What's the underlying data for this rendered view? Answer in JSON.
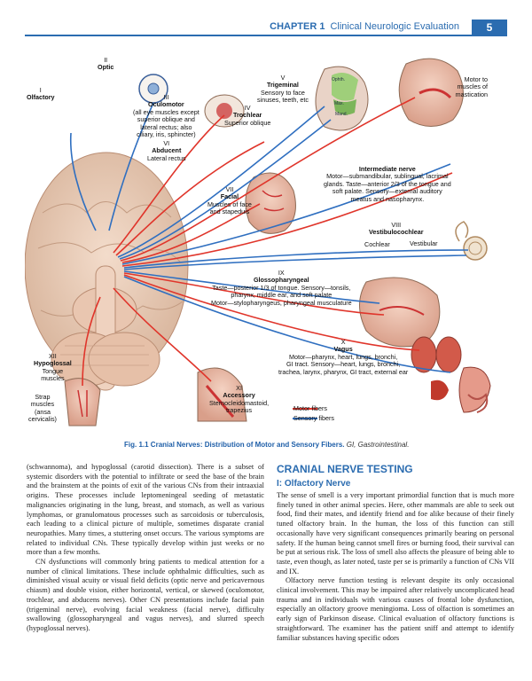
{
  "header": {
    "chapter_label": "CHAPTER 1",
    "chapter_title": "Clinical Neurologic Evaluation",
    "page_number": "5"
  },
  "figure": {
    "nerves": {
      "olfactory": {
        "num": "I",
        "name": "Olfactory"
      },
      "optic": {
        "num": "II",
        "name": "Optic"
      },
      "oculomotor": {
        "num": "III",
        "name": "Oculomotor",
        "desc": [
          "(all eye muscles except",
          "superior oblique and",
          "lateral rectus; also",
          "ciliary, iris, sphincter)"
        ]
      },
      "trochlear": {
        "num": "IV",
        "name": "Trochlear",
        "desc": "Superior oblique"
      },
      "trigeminal": {
        "num": "V",
        "name": "Trigeminal",
        "desc": [
          "Sensory to face",
          "sinuses, teeth, etc"
        ]
      },
      "abducent": {
        "num": "VI",
        "name": "Abducent",
        "desc": "Lateral rectus"
      },
      "facial": {
        "num": "VII",
        "name": "Facial",
        "desc": [
          "Muscles of face",
          "and stapeduis"
        ]
      },
      "vestibulocochlear": {
        "num": "VIII",
        "name": "Vestibulocochlear",
        "cochlear": "Cochlear",
        "vestibular": "Vestibular"
      },
      "glossopharyngeal": {
        "num": "IX",
        "name": "Glossopharyngeal",
        "desc": [
          "Taste—posterior 1/3 of tongue. Sensory—tonsils,",
          "pharynx, middle ear, and soft palate",
          "Motor—stylopharyngeus, pharyngeal musculature"
        ]
      },
      "vagus": {
        "num": "X",
        "name": "Vagus",
        "desc": [
          "Motor—pharynx, heart, lungs, bronchi,",
          "GI tract. Sensory—heart, lungs, bronchi,",
          "trachea, larynx, pharynx, GI tract, external ear"
        ]
      },
      "accessory": {
        "num": "XI",
        "name": "Accessory",
        "desc": [
          "Sternocleidomastoid,",
          "trapezius"
        ]
      },
      "hypoglossal": {
        "num": "XII",
        "name": "Hypoglossal",
        "desc": [
          "Tongue",
          "muscles"
        ]
      }
    },
    "intermediate": {
      "name": "Intermediate nerve",
      "desc": [
        "Motor—submandibular, sublingual, lacrimal",
        "glands. Taste—anterior 2/3 of the tongue and",
        "soft palate. Sensory—external auditory",
        "meatus and nasopharynx."
      ]
    },
    "strap": [
      "Strap",
      "muscles",
      "(ansa",
      "cervicalis)"
    ],
    "motor_mastication": [
      "Motor to",
      "muscles of",
      "mastication"
    ],
    "branches": {
      "ophthalmic": "Ophth.",
      "maxillary": "Max.",
      "mandibular": "Mand."
    },
    "legend": {
      "motor": "Motor fibers",
      "sensory": "Sensory fibers"
    },
    "colors": {
      "motor": "#e0352b",
      "sensory": "#2f6fc0",
      "accent": "#2b6cb0"
    }
  },
  "caption": {
    "label": "Fig. 1.1",
    "title": "Cranial Nerves: Distribution of Motor and Sensory Fibers.",
    "note": "GI, Gastrointestinal."
  },
  "left_column": [
    "(schwannoma), and hypoglossal (carotid dissection). There is a subset of systemic disorders with the potential to infiltrate or seed the base of the brain and the brainstem at the points of exit of the various CNs from their intraaxial origins. These processes include leptomeningeal seeding of metastatic malignancies originating in the lung, breast, and stomach, as well as various lymphomas, or granulomatous processes such as sarcoidosis or tuberculosis, each leading to a clinical picture of multiple, sometimes disparate cranial neuropathies. Many times, a stuttering onset occurs. The various symptoms are related to individual CNs. These typically develop within just weeks or no more than a few months.",
    "CN dysfunctions will commonly bring patients to medical attention for a number of clinical limitations. These include ophthalmic difficulties, such as diminished visual acuity or visual field deficits (optic nerve and pericavernous chiasm) and double vision, either horizontal, vertical, or skewed (oculomotor, trochlear, and abducens nerves). Other CN presentations include facial pain (trigeminal nerve), evolving facial weakness (facial nerve), difficulty swallowing (glossopharyngeal and vagus nerves), and slurred speech (hypoglossal nerves)."
  ],
  "right_column": {
    "section_title": "CRANIAL NERVE TESTING",
    "subsection_title": "I: Olfactory Nerve",
    "paragraphs": [
      "The sense of smell is a very important primordial function that is much more finely tuned in other animal species. Here, other mammals are able to seek out food, find their mates, and identify friend and foe alike because of their finely tuned olfactory brain. In the human, the loss of this function can still occasionally have very significant consequences primarily bearing on personal safety. If the human being cannot smell fires or burning food, their survival can be put at serious risk. The loss of smell also affects the pleasure of being able to taste, even though, as later noted, taste per se is primarily a function of CNs VII and IX.",
      "Olfactory nerve function testing is relevant despite its only occasional clinical involvement. This may be impaired after relatively uncomplicated head trauma and in individuals with various causes of frontal lobe dysfunction, especially an olfactory groove meningioma. Loss of olfaction is sometimes an early sign of Parkinson disease. Clinical evaluation of olfactory functions is straightforward. The examiner has the patient sniff and attempt to identify familiar substances having specific odors"
    ]
  }
}
